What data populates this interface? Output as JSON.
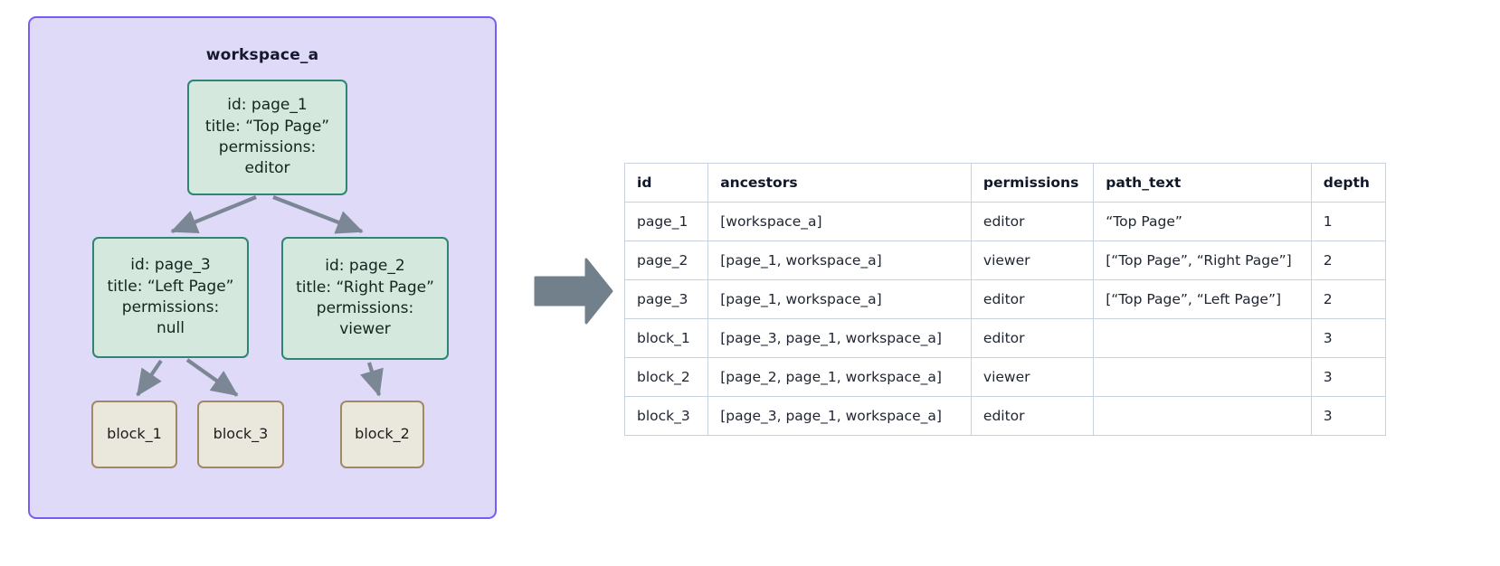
{
  "workspace": {
    "title": "workspace_a",
    "accent_border": "#7b5cf0",
    "accent_fill": "#dedaf8",
    "nodes": [
      {
        "key": "page_1",
        "kind": "page",
        "lines": [
          "id: page_1",
          "title: “Top Page”",
          "permissions:",
          "editor"
        ]
      },
      {
        "key": "page_3",
        "kind": "page",
        "lines": [
          "id: page_3",
          "title: “Left Page”",
          "permissions:",
          "null"
        ]
      },
      {
        "key": "page_2",
        "kind": "page",
        "lines": [
          "id: page_2",
          "title: “Right Page”",
          "permissions:",
          "viewer"
        ]
      },
      {
        "key": "block_1",
        "kind": "block",
        "lines": [
          "block_1"
        ]
      },
      {
        "key": "block_3",
        "kind": "block",
        "lines": [
          "block_3"
        ]
      },
      {
        "key": "block_2",
        "kind": "block",
        "lines": [
          "block_2"
        ]
      }
    ],
    "edges": [
      {
        "from": "page_1",
        "to": "page_3"
      },
      {
        "from": "page_1",
        "to": "page_2"
      },
      {
        "from": "page_3",
        "to": "block_1"
      },
      {
        "from": "page_3",
        "to": "block_3"
      },
      {
        "from": "page_2",
        "to": "block_2"
      }
    ],
    "edge_color": "#7b8794"
  },
  "transform_arrow": {
    "icon": "right-block-arrow-icon",
    "color": "#72808c"
  },
  "table": {
    "columns": [
      "id",
      "ancestors",
      "permissions",
      "path_text",
      "depth"
    ],
    "rows": [
      {
        "id": "page_1",
        "ancestors": "[workspace_a]",
        "permissions": "editor",
        "path_text": "“Top Page”",
        "depth": "1"
      },
      {
        "id": "page_2",
        "ancestors": "[page_1, workspace_a]",
        "permissions": "viewer",
        "path_text": "[“Top Page”, “Right Page”]",
        "depth": "2"
      },
      {
        "id": "page_3",
        "ancestors": "[page_1, workspace_a]",
        "permissions": "editor",
        "path_text": "[“Top Page”, “Left Page”]",
        "depth": "2"
      },
      {
        "id": "block_1",
        "ancestors": "[page_3, page_1, workspace_a]",
        "permissions": "editor",
        "path_text": "",
        "depth": "3"
      },
      {
        "id": "block_2",
        "ancestors": "[page_2, page_1, workspace_a]",
        "permissions": "viewer",
        "path_text": "",
        "depth": "3"
      },
      {
        "id": "block_3",
        "ancestors": "[page_3, page_1, workspace_a]",
        "permissions": "editor",
        "path_text": "",
        "depth": "3"
      }
    ]
  }
}
